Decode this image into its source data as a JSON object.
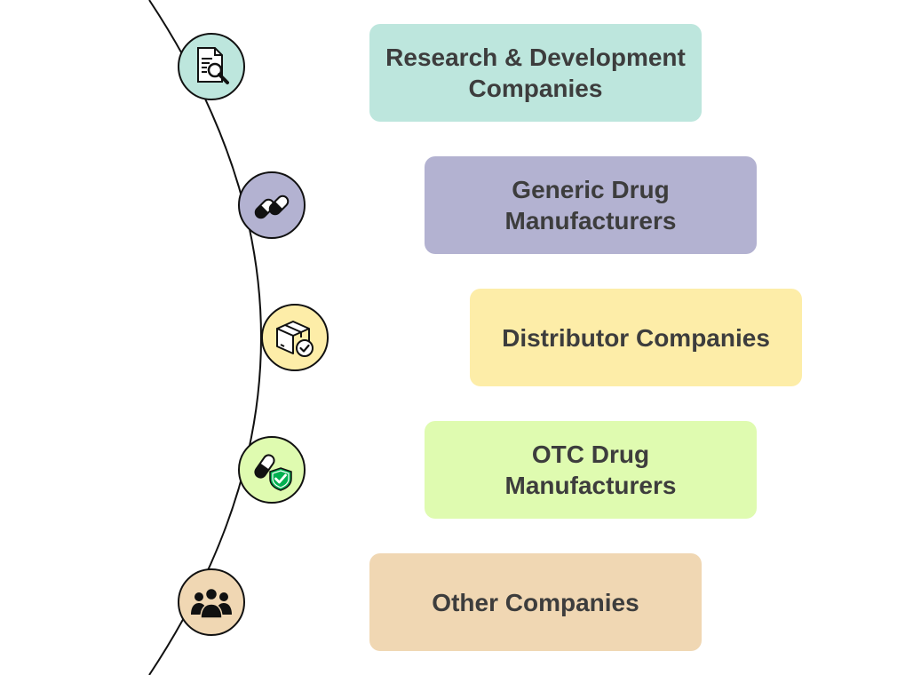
{
  "items": [
    {
      "label": "Research & Development\nCompanies",
      "color": "#bde6dd",
      "icon": "document-search-icon"
    },
    {
      "label": "Generic Drug\nManufacturers",
      "color": "#b3b2d1",
      "icon": "pills-icon"
    },
    {
      "label": "Distributor Companies",
      "color": "#fdeda8",
      "icon": "package-check-icon"
    },
    {
      "label": "OTC Drug\nManufacturers",
      "color": "#dffbb0",
      "icon": "capsule-shield-icon"
    },
    {
      "label": "Other Companies",
      "color": "#f0d7b3",
      "icon": "group-people-icon"
    }
  ]
}
